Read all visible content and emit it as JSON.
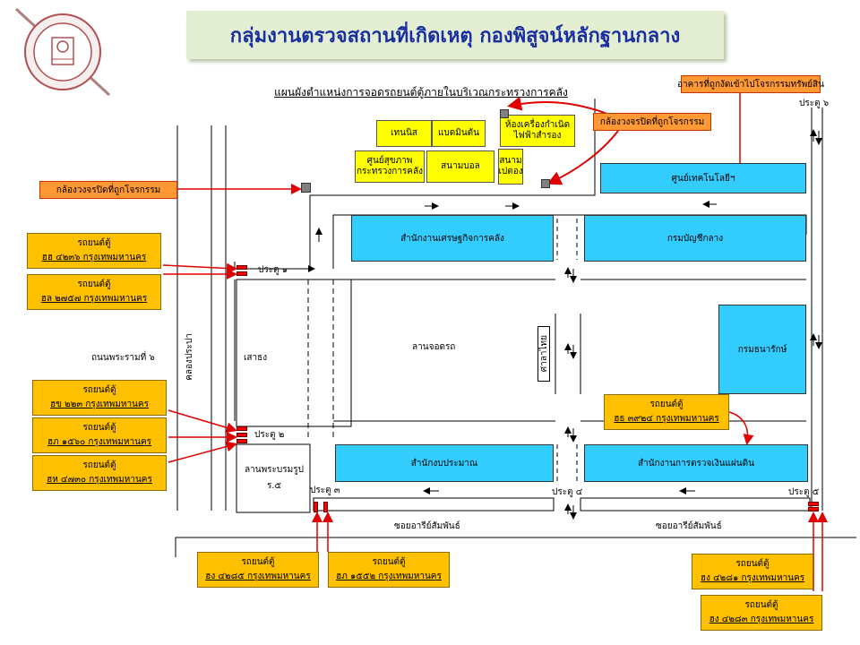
{
  "banner": {
    "title": "กลุ่มงานตรวจสถานที่เกิดเหตุ กองพิสูจน์หลักฐานกลาง"
  },
  "map_title": "แผนผังตำแหน่งการจอดรถยนต์ตู้ภายในบริเวณกระทรวงการคลัง",
  "facilities": {
    "tennis": "เทนนิส",
    "badminton": "แบดมินตัน",
    "power_room": "ห้องเครื่องกำเนิดไฟฟ้าสำรอง",
    "health_center": "ศูนย์สุขภาพกระทรวงการคลัง",
    "football": "สนามบอล",
    "petanque": "สนามเปตอง"
  },
  "buildings": {
    "tech_center": "ศูนย์เทคโนโลยีฯ",
    "fiscal_office": "สำนักงานเศรษฐกิจการคลัง",
    "comptroller": "กรมบัญชีกลาง",
    "treasury": "กรมธนารักษ์",
    "budget": "สำนักงบประมาณ",
    "audit": "สำนักงานการตรวจเงินแผ่นดิน"
  },
  "places": {
    "sala": "ศาลาไทย",
    "parking": "ลานจอดรถ",
    "flagpole": "เสาธง",
    "monument": "ลานพระบรมรูป ร.๕",
    "canal": "คลองประปา",
    "rama6": "ถนนพระรามที่ ๖",
    "soi_left": "ซอยอารีย์สัมพันธ์",
    "soi_right": "ซอยอารีย์สัมพันธ์"
  },
  "gates": {
    "g1": "ประตู ๑",
    "g2": "ประตู ๒",
    "g3": "ประตู ๓",
    "g4": "ประตู ๔",
    "g5": "ประตู ๕",
    "g6": "ประตู ๖"
  },
  "callouts": {
    "cctv_left": "กล้องวงจรปิดที่ถูกโจรกรรม",
    "cctv_top": "กล้องวงจรปิดที่ถูกโจรกรรม",
    "building_burgled": "อาคารที่ถูกงัดเข้าไปโจรกรรมทรัพย์สิน"
  },
  "vans": [
    {
      "title": "รถยนต์ตู้",
      "plate": "ฮฮ ๔๒๓๖ กรุงเทพมหานคร"
    },
    {
      "title": "รถยนต์ตู้",
      "plate": "ฮล ๒๗๕๗ กรุงเทพมหานคร"
    },
    {
      "title": "รถยนต์ตู้",
      "plate": "ฮข ๒๒๓ กรุงเทพมหานคร"
    },
    {
      "title": "รถยนต์ตู้",
      "plate": "ฮภ ๑๕๖๐ กรุงเทพมหานคร"
    },
    {
      "title": "รถยนต์ตู้",
      "plate": "ฮห ๔๗๓๐ กรุงเทพมหานคร"
    },
    {
      "title": "รถยนต์ตู้",
      "plate": "ฮธ ๓๙๒๔ กรุงเทพมหานคร"
    },
    {
      "title": "รถยนต์ตู้",
      "plate": "ฮง ๔๒๘๕ กรุงเทพมหานคร"
    },
    {
      "title": "รถยนต์ตู้",
      "plate": "ฮภ ๑๕๕๒ กรุงเทพมหานคร"
    },
    {
      "title": "รถยนต์ตู้",
      "plate": "ฮง ๔๒๘๑ กรุงเทพมหานคร"
    },
    {
      "title": "รถยนต์ตู้",
      "plate": "ฮง ๔๒๘๓ กรุงเทพมหานคร"
    }
  ],
  "colors": {
    "banner_text": "#1a2fa0",
    "building": "#33ccff",
    "facility": "#ffff00",
    "van": "#ffc000",
    "callout": "#ff9933",
    "arrow": "#e00000"
  }
}
